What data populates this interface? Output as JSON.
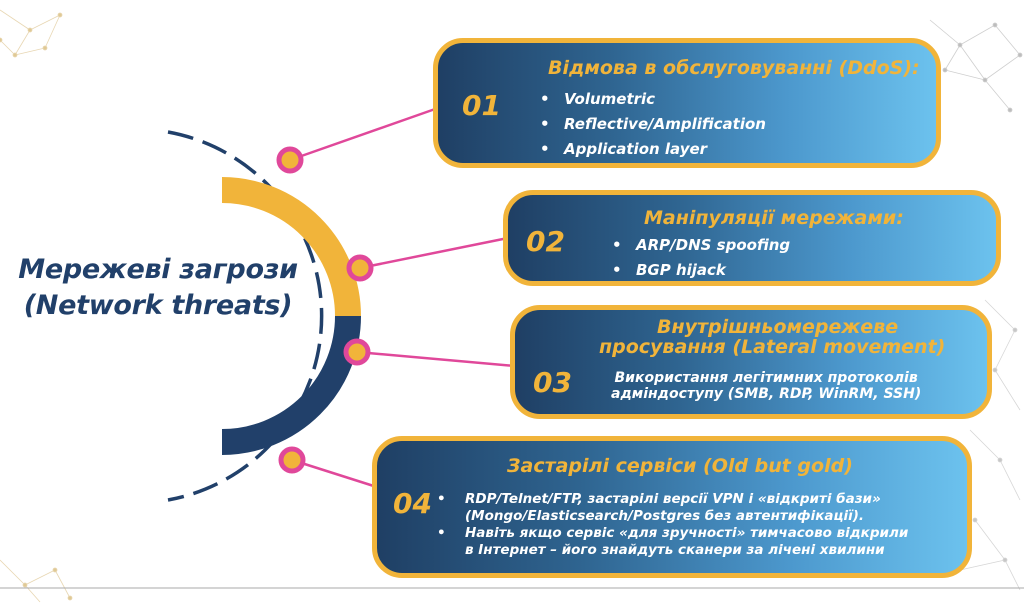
{
  "main_title": {
    "line1": "Мережеві загрози",
    "line2": "(Network threats)"
  },
  "cards": [
    {
      "number": "01",
      "title": "Відмова в обслуговуванні (DdoS):",
      "items": [
        "Volumetric",
        "Reflective/Amplification",
        "Application layer"
      ]
    },
    {
      "number": "02",
      "title": "Маніпуляції мережами:",
      "items": [
        "ARP/DNS spoofing",
        "BGP hijack"
      ]
    },
    {
      "number": "03",
      "title_line1": "Внутрішньомережеве",
      "title_line2": "просування (Lateral movement)",
      "text_line1": "Використання легітимних протоколів",
      "text_line2": "адміндоступу (SMB, RDP, WinRM, SSH)"
    },
    {
      "number": "04",
      "title": "Застарілі сервіси (Old but gold)",
      "items": [
        {
          "line1": "RDP/Telnet/FTP, застарілі версії VPN і «відкриті бази»",
          "line2": "(Mongo/Elasticsearch/Postgres без автентифікації)."
        },
        {
          "line1": "Навіть якщо сервіс «для зручності» тимчасово відкрили",
          "line2": "в Інтернет – його знайдуть сканери за лічені хвилини"
        }
      ]
    }
  ],
  "colors": {
    "navy": "#21406a",
    "gold": "#f1b43a",
    "pink": "#e0489a",
    "sky": "#6cc2ee"
  }
}
